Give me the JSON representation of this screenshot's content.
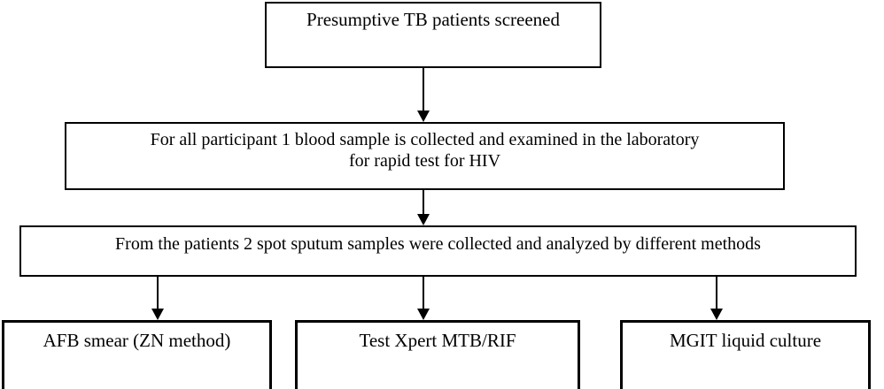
{
  "diagram": {
    "type": "flowchart",
    "orientation": "top-to-bottom",
    "background_color": "#ffffff",
    "line_color": "#000000",
    "text_color": "#000000",
    "nodes": [
      {
        "id": "screened",
        "label": "Presumptive TB patients screened"
      },
      {
        "id": "blood",
        "label": "For all participant 1 blood sample is collected and examined in the laboratory\nfor rapid test for HIV"
      },
      {
        "id": "sputum",
        "label": "From the patients 2 spot sputum samples were collected and analyzed by different methods"
      },
      {
        "id": "afb",
        "label": "AFB smear (ZN method)"
      },
      {
        "id": "xpert",
        "label": "Test Xpert MTB/RIF"
      },
      {
        "id": "mgit",
        "label": "MGIT liquid culture"
      }
    ],
    "edges": [
      {
        "from": "screened",
        "to": "blood"
      },
      {
        "from": "blood",
        "to": "sputum"
      },
      {
        "from": "sputum",
        "to": "afb"
      },
      {
        "from": "sputum",
        "to": "xpert"
      },
      {
        "from": "sputum",
        "to": "mgit"
      }
    ]
  }
}
